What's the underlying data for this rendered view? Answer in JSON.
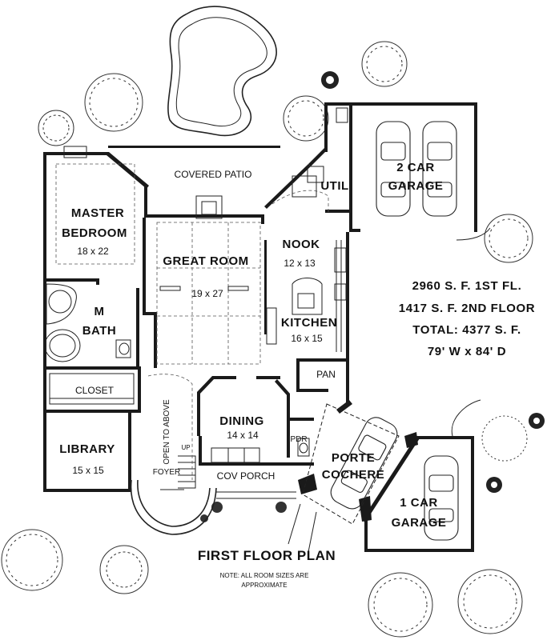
{
  "title": "FIRST FLOOR PLAN",
  "note_line1": "NOTE: ALL ROOM SIZES ARE",
  "note_line2": "APPROXIMATE",
  "stats": {
    "line1": "2960 S. F. 1ST FL.",
    "line2": "1417 S. F. 2ND FLOOR",
    "line3": "TOTAL: 4377 S. F.",
    "line4": "79' W x 84' D"
  },
  "rooms": {
    "covered_patio": "COVERED PATIO",
    "master_bedroom_1": "MASTER",
    "master_bedroom_2": "BEDROOM",
    "master_bedroom_dim": "18 x 22",
    "great_room": "GREAT ROOM",
    "great_room_dim": "19 x 27",
    "nook": "NOOK",
    "nook_dim": "12 x 13",
    "kitchen": "KITCHEN",
    "kitchen_dim": "16 x 15",
    "util": "UTIL",
    "garage2_1": "2 CAR",
    "garage2_2": "GARAGE",
    "m_bath_1": "M",
    "m_bath_2": "BATH",
    "closet": "CLOSET",
    "pan": "PAN",
    "dining": "DINING",
    "dining_dim": "14 x 14",
    "pdr": "PDR",
    "library": "LIBRARY",
    "library_dim": "15 x 15",
    "open_to_above": "OPEN TO ABOVE",
    "up": "UP",
    "foyer": "FOYER",
    "cov_porch": "COV PORCH",
    "porte_cochere_1": "PORTE",
    "porte_cochere_2": "COCHERE",
    "garage1_1": "1 CAR",
    "garage1_2": "GARAGE"
  }
}
